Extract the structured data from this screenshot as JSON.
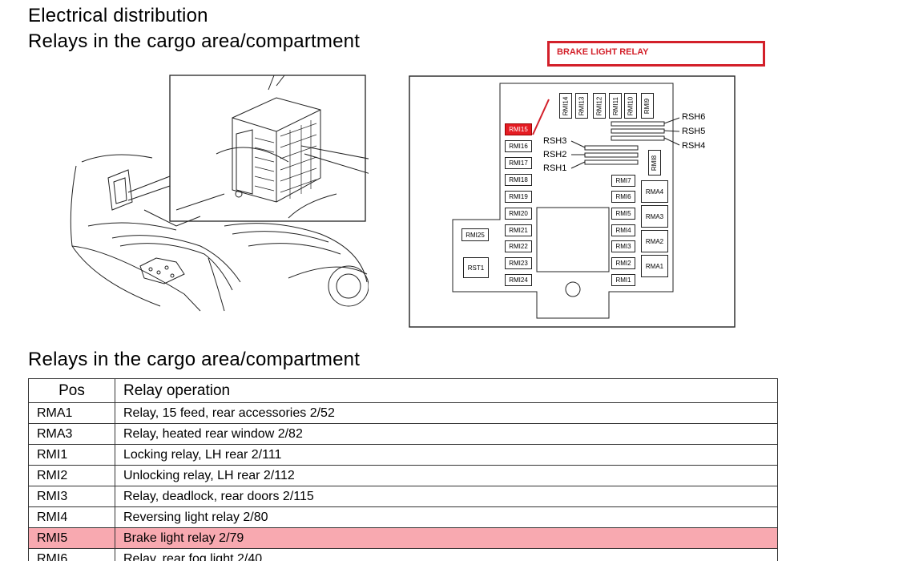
{
  "headings": {
    "main": "Electrical distribution",
    "sub": "Relays in the cargo area/compartment",
    "table_title": "Relays in the cargo area/compartment"
  },
  "callout": {
    "text": "BRAKE LIGHT RELAY",
    "color": "#d3202a"
  },
  "diagram": {
    "top_relays": [
      "RMI14",
      "RMI13",
      "RMI12",
      "RMI11",
      "RMI10",
      "RMI9"
    ],
    "left_column": [
      "RMI15",
      "RMI16",
      "RMI17",
      "RMI18",
      "RMI19",
      "RMI20",
      "RMI21",
      "RMI22",
      "RMI23",
      "RMI24"
    ],
    "right_column": [
      "RMI7",
      "RMI6",
      "RMI5",
      "RMI4",
      "RMI3",
      "RMI2",
      "RMI1"
    ],
    "rma": [
      "RMA4",
      "RMA3",
      "RMA2",
      "RMA1"
    ],
    "side": [
      "RMI25",
      "RST1"
    ],
    "vertical_single": "RMI8",
    "rsh_labels": [
      "RSH6",
      "RSH5",
      "RSH4",
      "RSH3",
      "RSH2",
      "RSH1"
    ],
    "highlight_color": "#e51c23"
  },
  "table": {
    "headers": {
      "pos": "Pos",
      "operation": "Relay operation"
    },
    "highlight_color": "#f8a9b0",
    "rows": [
      {
        "pos": "RMA1",
        "operation": "Relay, 15 feed, rear accessories 2/52"
      },
      {
        "pos": "RMA3",
        "operation": "Relay, heated rear window 2/82"
      },
      {
        "pos": "RMI1",
        "operation": "Locking relay, LH rear 2/111"
      },
      {
        "pos": "RMI2",
        "operation": "Unlocking relay, LH rear 2/112"
      },
      {
        "pos": "RMI3",
        "operation": "Relay, deadlock, rear doors 2/115"
      },
      {
        "pos": "RMI4",
        "operation": "Reversing light relay 2/80"
      },
      {
        "pos": "RMI5",
        "operation": "Brake light relay 2/79"
      },
      {
        "pos": "RMI6",
        "operation": "Relay, rear fog light 2/40"
      }
    ]
  }
}
